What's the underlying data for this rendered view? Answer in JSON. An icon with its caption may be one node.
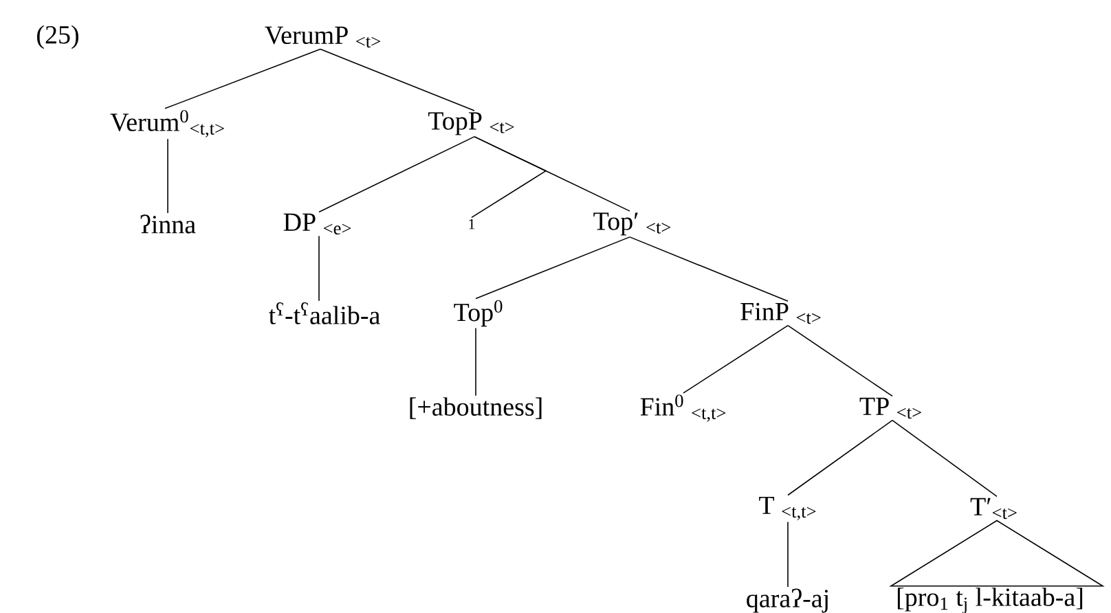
{
  "diagram": {
    "nodes": [
      {
        "text": [
          "VerumP $_{<t>}$"
        ]
      },
      {
        "text": [
          "Verum$^{0}$$_{<t,t>}$"
        ]
      },
      {
        "text": [
          "TopP $_{<t>}$"
        ]
      },
      {
        "text": [
          "ʔinna"
        ]
      },
      {
        "text": [
          "DP $_{<e>}$"
        ]
      },
      {
        "text": [
          "1"
        ]
      },
      {
        "text": [
          "Top′ $_{<t>}$"
        ]
      },
      {
        "text": [
          "t$^{ʕ}$-t$^{ʕ}$aalib-a"
        ]
      },
      {
        "text": [
          "Top$^{0}$"
        ]
      },
      {
        "text": [
          "FinP $_{<t>}$"
        ]
      },
      {
        "text": [
          "[+aboutness]"
        ]
      },
      {
        "text": [
          "Fin$^{0}$ $_{<t,t>}$"
        ]
      },
      {
        "text": [
          "TP $_{<t>}$"
        ]
      },
      {
        "text": [
          "T $_{<t,t>}$"
        ]
      },
      {
        "text": [
          "T′$_{<t>}$"
        ]
      },
      {
        "text": [
          "qaraʔ-aj"
        ]
      },
      {
        "text": [
          "[pro$_{1}$ t$_{j}$ l-kitaab-a]"
        ]
      }
    ],
    "edges": [
      {
        "from": 0,
        "to": 1,
        "arrow": "none"
      },
      {
        "from": 0,
        "to": 2,
        "arrow": "none"
      },
      {
        "from": 1,
        "to": 3,
        "arrow": "none"
      },
      {
        "from": 2,
        "to": 4,
        "arrow": "none"
      },
      {
        "from": 2,
        "to": 6,
        "arrow": "none"
      },
      {
        "from": 2,
        "to": 5,
        "arrow": "none"
      },
      {
        "from": 4,
        "to": 7,
        "arrow": "none"
      },
      {
        "from": 6,
        "to": 8,
        "arrow": "none"
      },
      {
        "from": 6,
        "to": 9,
        "arrow": "none"
      },
      {
        "from": 8,
        "to": 10,
        "arrow": "none"
      },
      {
        "from": 9,
        "to": 11,
        "arrow": "none"
      },
      {
        "from": 9,
        "to": 12,
        "arrow": "none"
      },
      {
        "from": 12,
        "to": 13,
        "arrow": "none"
      },
      {
        "from": 12,
        "to": 14,
        "arrow": "none"
      },
      {
        "from": 13,
        "to": 15,
        "arrow": "none"
      },
      {
        "from": 14,
        "to": 16,
        "arrow": "none"
      }
    ],
    "labels": [
      "(25)"
    ]
  }
}
